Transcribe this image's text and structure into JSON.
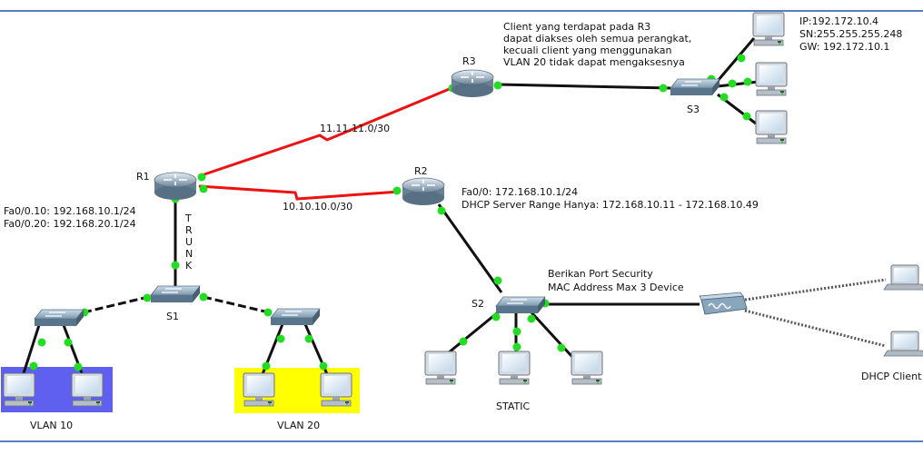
{
  "routers": {
    "r1": {
      "label": "R1"
    },
    "r2": {
      "label": "R2"
    },
    "r3": {
      "label": "R3"
    }
  },
  "switches": {
    "s1": {
      "label": "S1"
    },
    "s2": {
      "label": "S2"
    },
    "s3": {
      "label": "S3"
    }
  },
  "links": {
    "r1_r3": "11.11.11.0/30",
    "r1_r2": "10.10.10.0/30",
    "trunk_letters": [
      "T",
      "R",
      "U",
      "N",
      "K"
    ]
  },
  "r1_notes": [
    "Fa0/0.10: 192.168.10.1/24",
    "Fa0/0.20: 192.168.20.1/24"
  ],
  "r2_notes": [
    "Fa0/0: 172.168.10.1/24",
    "DHCP Server Range Hanya: 172.168.10.11 - 172.168.10.49"
  ],
  "r3_note": [
    "Client yang terdapat pada R3",
    "dapat diakses oleh semua perangkat,",
    "kecuali client yang menggunakan",
    "VLAN 20 tidak dapat mengaksesnya"
  ],
  "s3_client_info": [
    "IP:192.172.10.4",
    "SN:255.255.255.248",
    "GW: 192.172.10.1"
  ],
  "s2_note": [
    "Berikan Port Security",
    "MAC Address Max 3 Device"
  ],
  "groups": {
    "vlan10": "VLAN 10",
    "vlan20": "VLAN 20",
    "static": "STATIC",
    "dhcp": "DHCP Client"
  },
  "colors": {
    "frame": "#5a7fb8",
    "vlan10_bg": "#6060f0",
    "vlan20_bg": "#ffff00",
    "serial": "#ee1111",
    "port_led": "#22dd22"
  }
}
